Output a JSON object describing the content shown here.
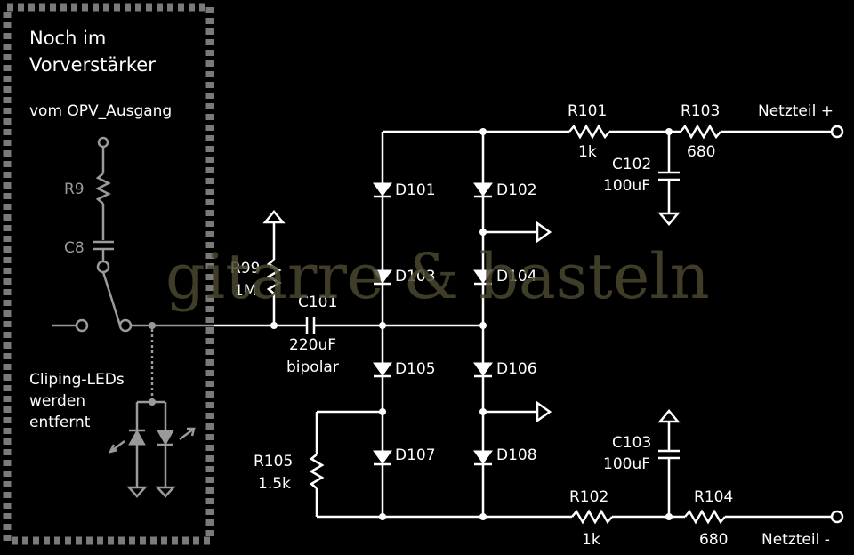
{
  "box": {
    "title_line1": "Noch im",
    "title_line2": "Vorverstärker",
    "source": "vom OPV_Ausgang",
    "r9": "R9",
    "c8": "C8",
    "leds_line1": "Cliping-LEDs",
    "leds_line2": "werden",
    "leds_line3": "entfernt"
  },
  "r99": {
    "name": "R99",
    "value": "1M"
  },
  "c101": {
    "name": "C101",
    "value": "220uF",
    "note": "bipolar"
  },
  "r105": {
    "name": "R105",
    "value": "1.5k"
  },
  "r101": {
    "name": "R101",
    "value": "1k"
  },
  "r103": {
    "name": "R103",
    "value": "680"
  },
  "r102": {
    "name": "R102",
    "value": "1k"
  },
  "r104": {
    "name": "R104",
    "value": "680"
  },
  "c102": {
    "name": "C102",
    "value": "100uF"
  },
  "c103": {
    "name": "C103",
    "value": "100uF"
  },
  "diodes": {
    "d101": "D101",
    "d102": "D102",
    "d103": "D103",
    "d104": "D104",
    "d105": "D105",
    "d106": "D106",
    "d107": "D107",
    "d108": "D108"
  },
  "terminals": {
    "plus": "Netzteil +",
    "minus": "Netzteil -"
  },
  "watermark": "gitarre & basteln"
}
